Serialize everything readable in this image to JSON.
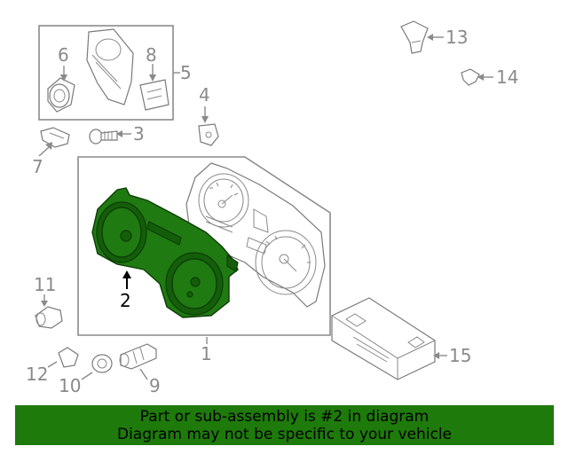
{
  "callouts": {
    "c1": "1",
    "c2": "2",
    "c3": "3",
    "c4": "4",
    "c5": "5",
    "c6": "6",
    "c7": "7",
    "c8": "8",
    "c9": "9",
    "c10": "10",
    "c11": "11",
    "c12": "12",
    "c13": "13",
    "c14": "14",
    "c15": "15"
  },
  "highlight_part": "2",
  "colors": {
    "highlight": "#1e7a0b",
    "lines": "#8a8a8a"
  },
  "banner": {
    "line1": "Part or sub-assembly is #2 in diagram",
    "line2": "Diagram may not be specific to your vehicle"
  }
}
